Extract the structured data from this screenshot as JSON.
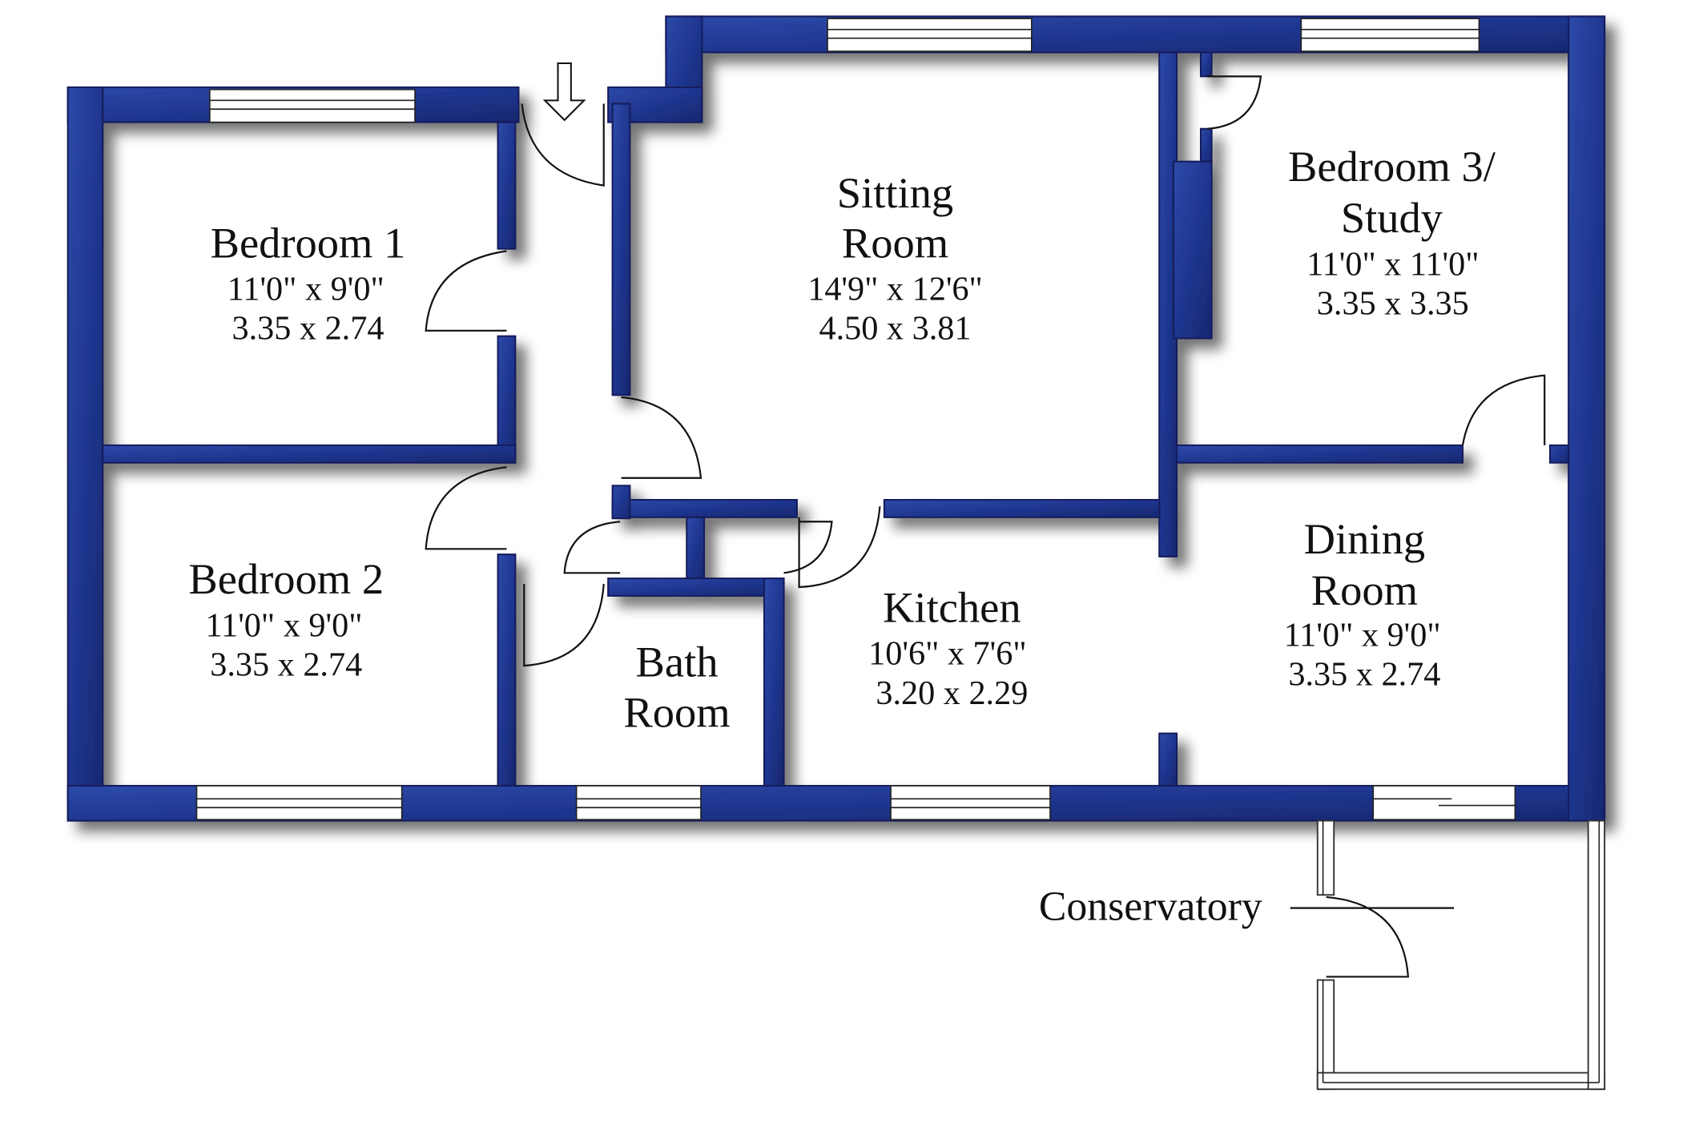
{
  "colors": {
    "wall": "#1f3690",
    "wall_edge": "#141d5c",
    "background": "#ffffff"
  },
  "rooms": [
    {
      "id": "bedroom-1",
      "name_lines": [
        "Bedroom 1"
      ],
      "imperial": "11'0\"  x  9'0\"",
      "metric": "3.35  x  2.74"
    },
    {
      "id": "bedroom-2",
      "name_lines": [
        "Bedroom 2"
      ],
      "imperial": "11'0\"  x  9'0\"",
      "metric": "3.35  x  2.74"
    },
    {
      "id": "sitting-room",
      "name_lines": [
        "Sitting",
        "Room"
      ],
      "imperial": "14'9\"  x  12'6\"",
      "metric": "4.50  x  3.81"
    },
    {
      "id": "bedroom-3-study",
      "name_lines": [
        "Bedroom 3/",
        "Study"
      ],
      "imperial": "11'0\"  x  11'0\"",
      "metric": "3.35  x  3.35"
    },
    {
      "id": "dining-room",
      "name_lines": [
        "Dining",
        "Room"
      ],
      "imperial": "11'0\"  x  9'0\"",
      "metric": "3.35  x  2.74"
    },
    {
      "id": "kitchen",
      "name_lines": [
        "Kitchen"
      ],
      "imperial": "10'6\"  x  7'6\"",
      "metric": "3.20  x  2.29"
    },
    {
      "id": "bath-room",
      "name_lines": [
        "Bath",
        "Room"
      ]
    }
  ],
  "conservatory_label": "Conservatory",
  "icons": {
    "entrance": "down-arrow-icon"
  }
}
